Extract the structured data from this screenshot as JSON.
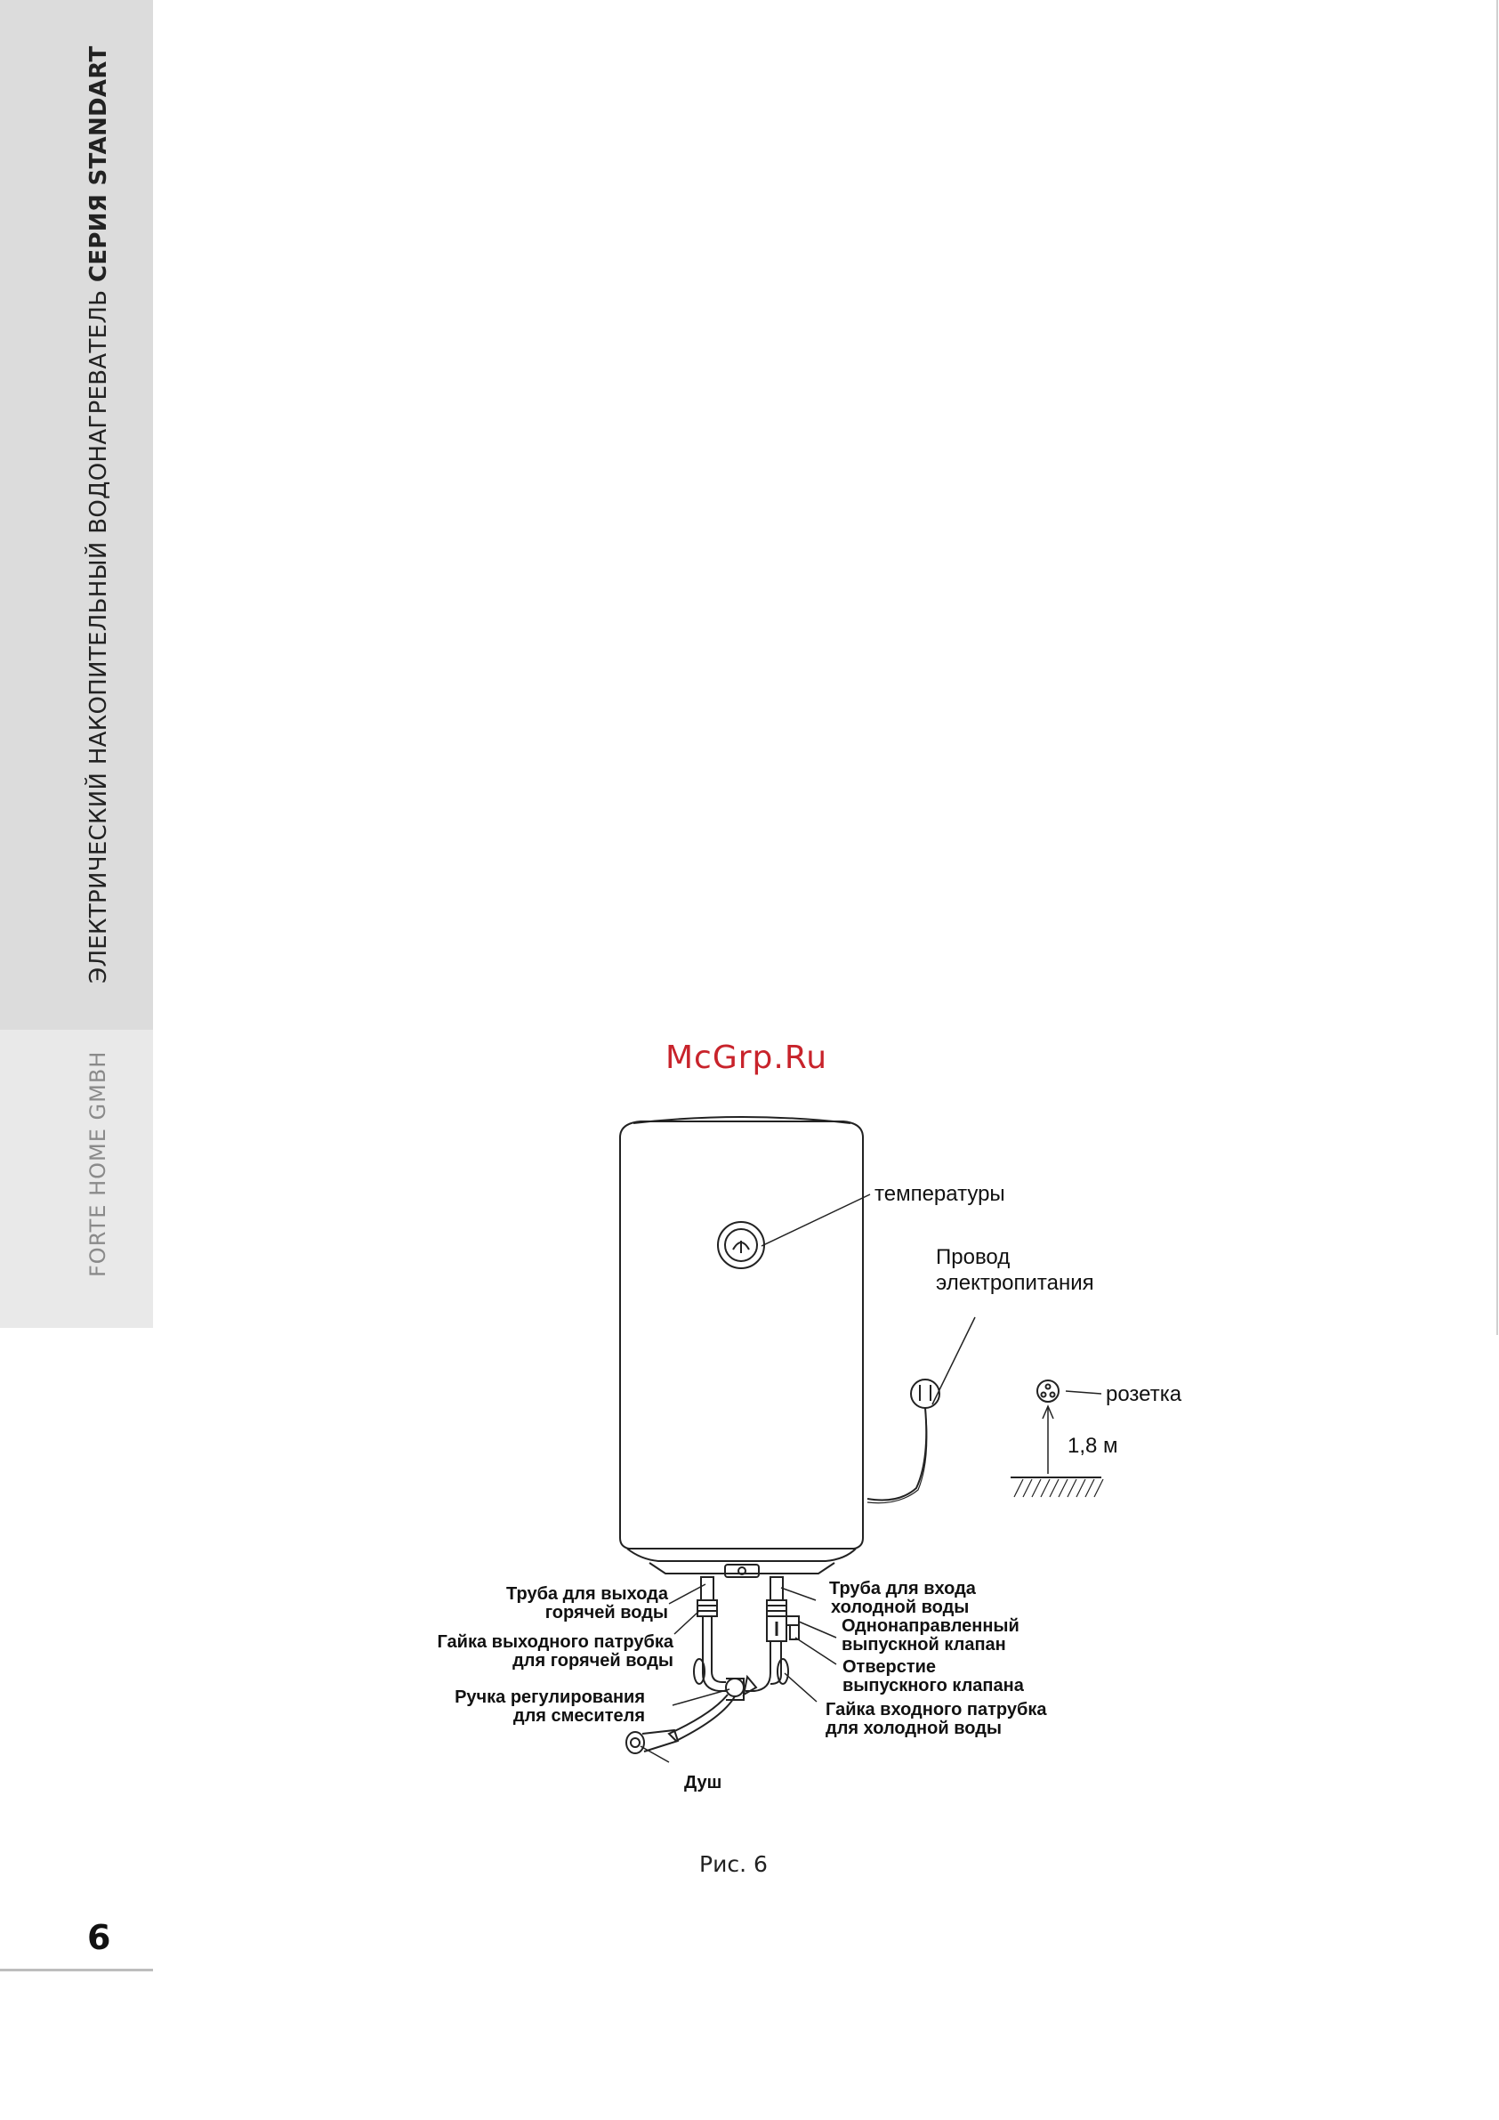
{
  "sidebar": {
    "title_regular": "ЭЛЕКТРИЧЕСКИЙ НАКОПИТЕЛЬНЫЙ ВОДОНАГРЕВАТЕЛЬ ",
    "title_bold": "СЕРИЯ STANDART",
    "brand": "FORTE HOME GMBH"
  },
  "page_number": "6",
  "watermark": "McGrp.Ru",
  "figure": {
    "caption": "Рис. 6",
    "labels": {
      "temperature": "температуры",
      "power_cable_line1": "Провод",
      "power_cable_line2": "электропитания",
      "socket": "розетка",
      "height": "1,8 м",
      "hot_pipe_line1": "Труба для выхода",
      "hot_pipe_line2": "горячей воды",
      "hot_nut_line1": "Гайка выходного патрубка",
      "hot_nut_line2": "для горячей воды",
      "mixer_line1": "Ручка регулирования",
      "mixer_line2": "для смесителя",
      "shower": "Душ",
      "cold_pipe_line1": "Труба для входа",
      "cold_pipe_line2": "холодной воды",
      "valve_line1": "Однонаправленный",
      "valve_line2": "выпускной клапан",
      "valve_hole_line1": "Отверстие",
      "valve_hole_line2": "выпускного клапана",
      "cold_nut_line1": "Гайка входного патрубка",
      "cold_nut_line2": "для холодной воды"
    }
  }
}
